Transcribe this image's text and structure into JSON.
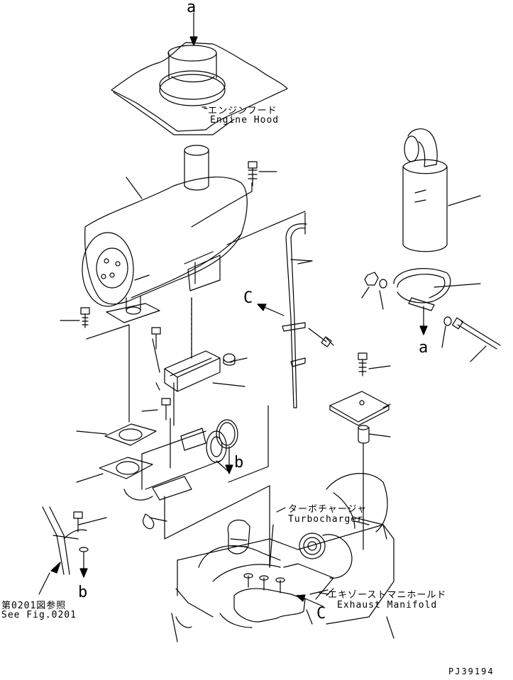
{
  "labels": {
    "ref_a_top": "a",
    "ref_a_right": "a",
    "ref_b_mid": "b",
    "ref_b_left": "b",
    "ref_c_top": "C",
    "ref_c_bottom": "C",
    "engine_hood_jp": "エンジンフード",
    "engine_hood_en": "Engine Hood",
    "turbocharger_jp": "ターボチャージャ",
    "turbocharger_en": "Turbocharger",
    "exhaust_manifold_jp": "エキゾーストマニホールド",
    "exhaust_manifold_en": "Exhaust Manifold",
    "see_fig_jp": "第0201図参照",
    "see_fig_en": "See Fig.0201",
    "drawing_code": "PJ39194"
  },
  "colors": {
    "ink": "#000000",
    "paper": "#ffffff"
  }
}
